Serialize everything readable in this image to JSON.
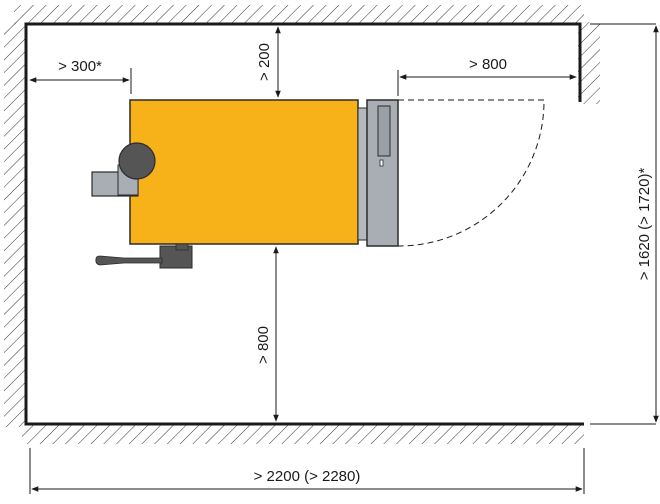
{
  "dimensions": {
    "left_clearance": "> 300*",
    "top_clearance": "> 200",
    "door_clearance": "> 800",
    "bottom_clearance": "> 800",
    "room_depth": "> 1620 (> 1720)*",
    "room_width": "> 2200 (> 2280)"
  },
  "colors": {
    "unit_body": "#F7B21A",
    "unit_outline": "#2b2b2b",
    "panel_gray": "#A9AEB5",
    "burner_dark": "#555555",
    "wall_line": "#1a1a1a"
  }
}
